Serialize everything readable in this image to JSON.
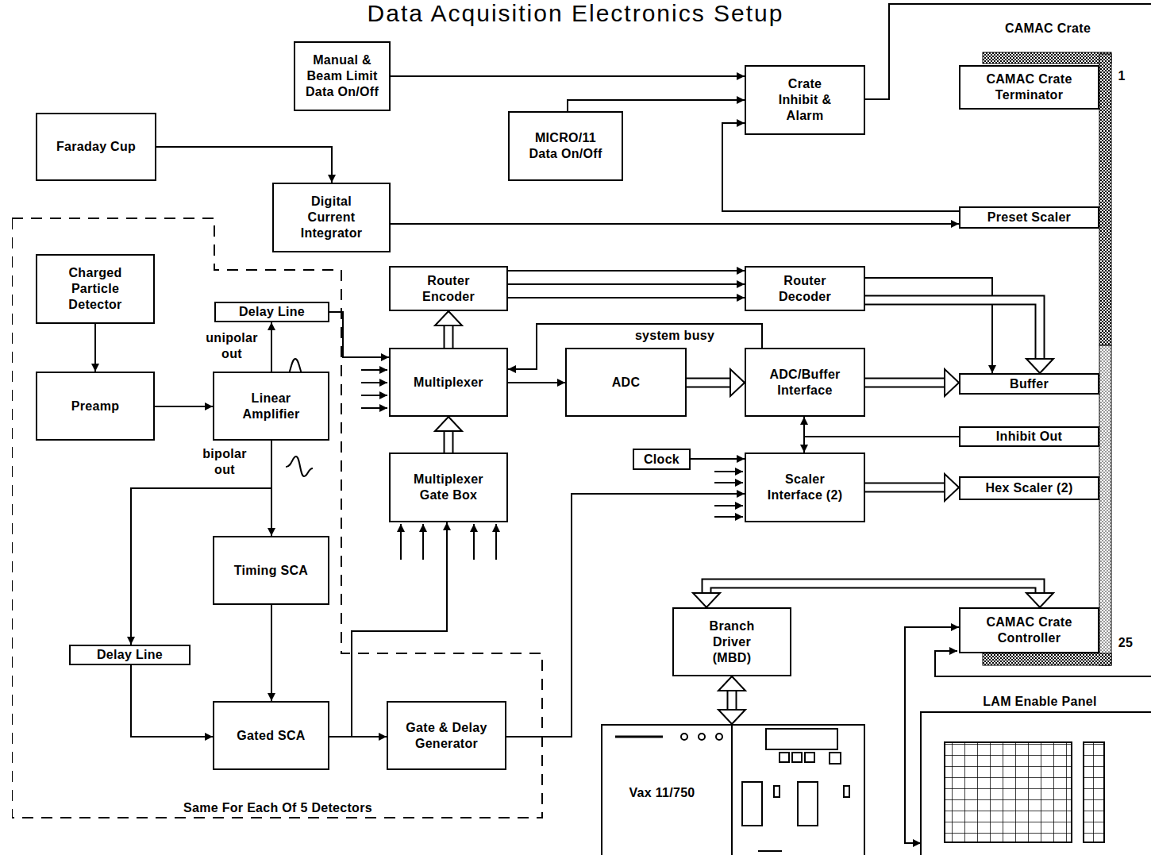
{
  "diagram": {
    "title": "Data Acquisition Electronics Setup",
    "nodes": [
      {
        "text": [
          "Manual & Beam Limit Data On/Off"
        ]
      },
      {
        "text": [
          "Crate Inhibit & Alarm"
        ]
      },
      {
        "text": [
          "CAMAC Crate Terminator"
        ]
      },
      {
        "text": [
          "Faraday Cup"
        ]
      },
      {
        "text": [
          "MICRO/11 Data On/Off"
        ]
      },
      {
        "text": [
          "Digital Current Integrator"
        ]
      },
      {
        "text": [
          "Preset Scaler"
        ]
      },
      {
        "text": [
          "Same For Each Of 5 Detectors"
        ]
      },
      {
        "text": [
          "Charged Particle Detector"
        ],
        "in": 7
      },
      {
        "text": [
          "Router Encoder"
        ]
      },
      {
        "text": [
          "Router Decoder"
        ]
      },
      {
        "text": [
          "Delay Line"
        ],
        "in": 7
      },
      {
        "text": [
          "Preamp"
        ],
        "in": 7
      },
      {
        "text": [
          "Linear Amplifier"
        ],
        "in": 7
      },
      {
        "text": [
          "Multiplexer"
        ]
      },
      {
        "text": [
          "ADC"
        ]
      },
      {
        "text": [
          "ADC/Buffer Interface"
        ]
      },
      {
        "text": [
          "Buffer"
        ]
      },
      {
        "text": [
          "Inhibit Out"
        ]
      },
      {
        "text": [
          "Clock"
        ]
      },
      {
        "text": [
          "Scaler Interface (2)"
        ]
      },
      {
        "text": [
          "Hex Scaler (2)"
        ]
      },
      {
        "text": [
          "Multiplexer Gate Box"
        ]
      },
      {
        "text": [
          "Timing SCA"
        ],
        "in": 7
      },
      {
        "text": [
          "Branch Driver (MBD)"
        ]
      },
      {
        "text": [
          "CAMAC Crate Controller"
        ]
      },
      {
        "text": [
          "Delay Line"
        ],
        "in": 7
      },
      {
        "text": [
          "Gated SCA"
        ],
        "in": 7
      },
      {
        "text": [
          "Gate & Delay Generator"
        ],
        "in": 7
      },
      {
        "text": [
          "Vax 11/750"
        ]
      },
      {
        "text": [
          "LAM Enable Panel"
        ]
      }
    ],
    "edges": [
      {
        "from": 0,
        "to": 1,
        "arrow": "to"
      },
      {
        "from": 4,
        "to": 1,
        "arrow": "to"
      },
      {
        "from": 6,
        "to": 1,
        "arrow": "to"
      },
      {
        "from": 3,
        "to": 5,
        "arrow": "to"
      },
      {
        "from": 5,
        "to": 6,
        "arrow": "to"
      },
      {
        "from": 8,
        "to": 12,
        "arrow": "to"
      },
      {
        "from": 12,
        "to": 13,
        "arrow": "to"
      },
      {
        "from": 13,
        "to": 11,
        "arrow": "to"
      },
      {
        "from": 11,
        "to": 14,
        "arrow": "to"
      },
      {
        "from": 13,
        "to": 23,
        "arrow": "to"
      },
      {
        "from": 13,
        "to": 26,
        "arrow": "to"
      },
      {
        "from": 23,
        "to": 27,
        "arrow": "to"
      },
      {
        "from": 26,
        "to": 27,
        "arrow": "to"
      },
      {
        "from": 27,
        "to": 28,
        "arrow": "to"
      },
      {
        "from": 27,
        "to": 22,
        "arrow": "to"
      },
      {
        "from": 28,
        "to": 20,
        "arrow": "to"
      },
      {
        "from": 22,
        "to": 14,
        "arrow": "to"
      },
      {
        "from": 14,
        "to": 9,
        "arrow": "to"
      },
      {
        "from": 9,
        "to": 10,
        "arrow": "to"
      },
      {
        "from": 9,
        "to": 10,
        "arrow": "to"
      },
      {
        "from": 9,
        "to": 10,
        "arrow": "to"
      },
      {
        "from": 14,
        "to": 15,
        "arrow": "to"
      },
      {
        "from": 16,
        "to": 14,
        "label": "system busy",
        "arrow": "to"
      },
      {
        "from": 15,
        "to": 16,
        "arrow": "to"
      },
      {
        "from": 16,
        "to": 17,
        "arrow": "to"
      },
      {
        "from": 10,
        "to": 17,
        "arrow": "to"
      },
      {
        "from": 10,
        "to": 17,
        "arrow": "to"
      },
      {
        "from": 18,
        "to": 16,
        "arrow": "to"
      },
      {
        "from": 18,
        "to": 20,
        "arrow": "to"
      },
      {
        "from": 19,
        "to": 20,
        "arrow": "to"
      },
      {
        "from": 20,
        "to": 21,
        "arrow": "to"
      },
      {
        "from": 24,
        "to": 25,
        "arrow": "both"
      },
      {
        "from": 24,
        "to": 29,
        "arrow": "both"
      },
      {
        "from": 30,
        "to": 25,
        "arrow": "both"
      }
    ],
    "labels": [
      "CAMAC Crate",
      "1",
      "25",
      "unipolar out",
      "bipolar out"
    ]
  }
}
